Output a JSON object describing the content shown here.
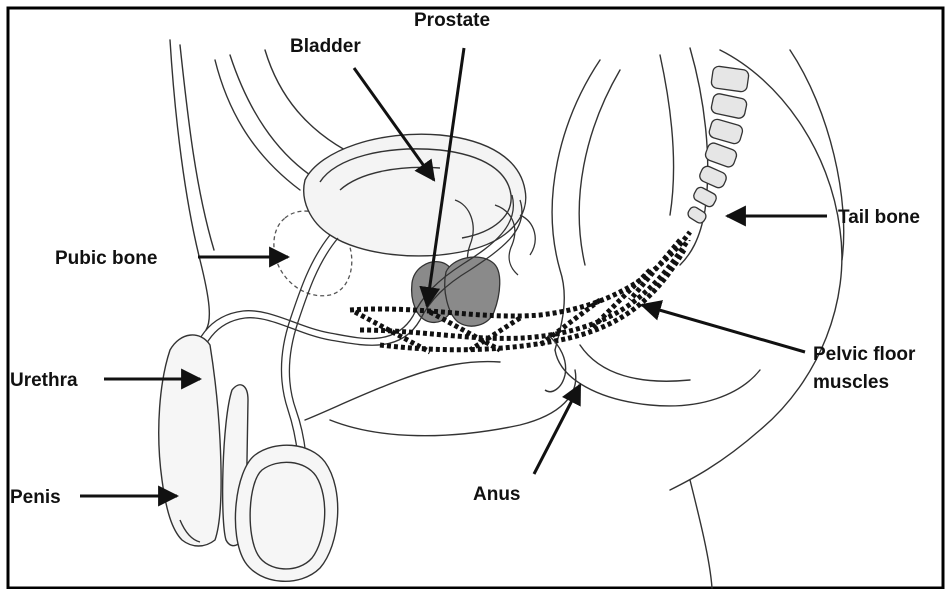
{
  "diagram": {
    "labels": {
      "prostate": "Prostate",
      "bladder": "Bladder",
      "tail_bone": "Tail bone",
      "pubic_bone": "Pubic bone",
      "pelvic_floor_line1": "Pelvic floor",
      "pelvic_floor_line2": "muscles",
      "urethra": "Urethra",
      "anus": "Anus",
      "penis": "Penis"
    },
    "colors": {
      "frame": "#000000",
      "outline": "#333333",
      "muscle_dots": "#111111",
      "prostate_fill": "#8a8a8a",
      "tissue_fill": "#ececec",
      "label": "#111111"
    }
  }
}
